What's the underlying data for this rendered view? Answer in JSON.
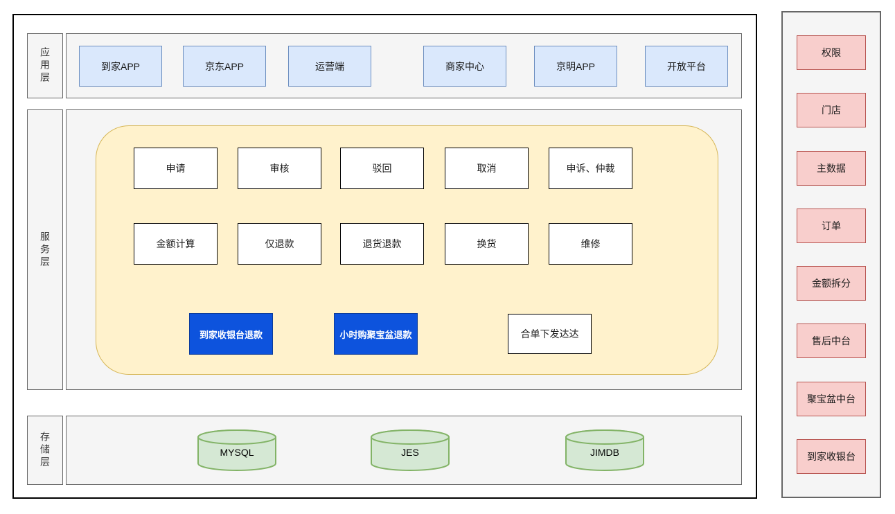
{
  "diagram": {
    "layers": {
      "app": {
        "label": "应用层",
        "items": [
          "到家APP",
          "京东APP",
          "运营端",
          "商家中心",
          "京明APP",
          "开放平台"
        ]
      },
      "service": {
        "label": "服务层",
        "row1": [
          "申请",
          "审核",
          "驳回",
          "取消",
          "申诉、仲裁"
        ],
        "row2": [
          "金额计算",
          "仅退款",
          "退货退款",
          "换货",
          "维修"
        ],
        "row3": {
          "highlighted": [
            "到家收银台退款",
            "小时购聚宝盆退款"
          ],
          "plain": "合单下发达达"
        }
      },
      "storage": {
        "label": "存储层",
        "databases": [
          "MYSQL",
          "JES",
          "JIMDB"
        ]
      }
    },
    "sidebar": {
      "items": [
        "权限",
        "门店",
        "主数据",
        "订单",
        "金额拆分",
        "售后中台",
        "聚宝盆中台",
        "到家收银台"
      ]
    },
    "colors": {
      "app_box_fill": "#dae8fc",
      "app_box_border": "#6c8ebf",
      "service_container_fill": "#fff2cc",
      "service_container_border": "#d6b656",
      "plain_box_fill": "#ffffff",
      "plain_box_border": "#000000",
      "highlight_fill": "#0d53dd",
      "highlight_border": "#0b3c9b",
      "highlight_text": "#ffffff",
      "db_fill": "#d5e8d4",
      "db_border": "#82b366",
      "sidebar_box_fill": "#f8cecc",
      "sidebar_box_border": "#b85450",
      "section_fill": "#f5f5f5",
      "section_border": "#666666"
    }
  }
}
